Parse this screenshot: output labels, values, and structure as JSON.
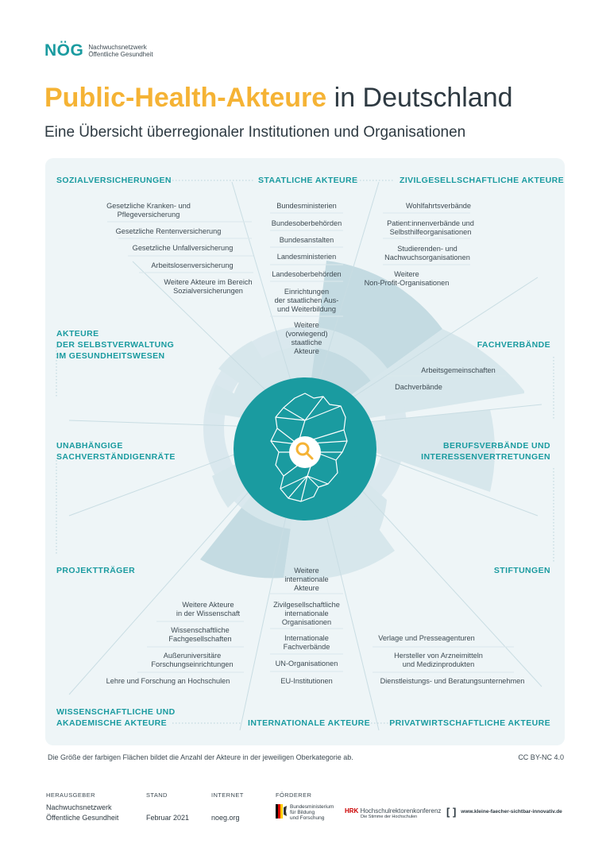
{
  "logo": {
    "mark": "NÖG",
    "line1": "Nachwuchsnetzwerk",
    "line2": "Öffentliche Gesundheit"
  },
  "title": {
    "highlight": "Public-Health-Akteure",
    "rest": " in Deutschland"
  },
  "subtitle": "Eine Übersicht überregionaler Institutionen und Organisationen",
  "colors": {
    "accent": "#1a9ba0",
    "highlight": "#f5b335",
    "panel": "#eef5f7",
    "segment": "#d7e7ec",
    "segment_dark": "#c4dbe2"
  },
  "center_icon": "germany-map-magnifier-icon",
  "categories": {
    "sozialversicherungen": "SOZIALVERSICHERUNGEN",
    "staatliche": "STAATLICHE AKTEURE",
    "zivil": "ZIVILGESELLSCHAFTLICHE AKTEURE",
    "selbstverwaltung": [
      "AKTEURE",
      "DER SELBSTVERWALTUNG",
      "IM GESUNDHEITSWESEN"
    ],
    "fachverbaende": "FACHVERBÄNDE",
    "sachverstaendige": [
      "UNABHÄNGIGE",
      "SACHVERSTÄNDIGENRÄTE"
    ],
    "berufsverbaende": [
      "BERUFSVERBÄNDE UND",
      "INTERESSENVERTRETUNGEN"
    ],
    "projekttraeger": "PROJEKTTRÄGER",
    "stiftungen": "STIFTUNGEN",
    "wissenschaft": [
      "WISSENSCHAFTLICHE UND",
      "AKADEMISCHE AKTEURE"
    ],
    "international": "INTERNATIONALE AKTEURE",
    "privat": "PRIVATWIRTSCHAFTLICHE AKTEURE"
  },
  "items": {
    "sv": [
      [
        "Gesetzliche Kranken- und",
        "Pflegeversicherung"
      ],
      [
        "Gesetzliche Rentenversicherung"
      ],
      [
        "Gesetzliche Unfallversicherung"
      ],
      [
        "Arbeitslosenversicherung"
      ],
      [
        "Weitere Akteure im Bereich",
        "Sozialversicherungen"
      ]
    ],
    "st": [
      [
        "Bundesministerien"
      ],
      [
        "Bundesoberbehörden"
      ],
      [
        "Bundesanstalten"
      ],
      [
        "Landesministerien"
      ],
      [
        "Landesoberbehörden"
      ],
      [
        "Einrichtungen",
        "der staatlichen Aus-",
        "und Weiterbildung"
      ],
      [
        "Weitere",
        "(vorwiegend)",
        "staatliche",
        "Akteure"
      ]
    ],
    "zg": [
      [
        "Wohlfahrtsverbände"
      ],
      [
        "Patient:innenverbände und",
        "Selbsthilfeorganisationen"
      ],
      [
        "Studierenden- und",
        "Nachwuchsorganisationen"
      ],
      [
        "Weitere",
        "Non-Profit-Organisationen"
      ]
    ],
    "fv": [
      [
        "Arbeitsgemeinschaften"
      ],
      [
        "Dachverbände"
      ]
    ],
    "ws": [
      [
        "Weitere Akteure",
        "in der Wissenschaft"
      ],
      [
        "Wissenschaftliche",
        "Fachgesellschaften"
      ],
      [
        "Außeruniversitäre",
        "Forschungseinrichtungen"
      ],
      [
        "Lehre und Forschung an Hochschulen"
      ]
    ],
    "ia": [
      [
        "Weitere",
        "internationale",
        "Akteure"
      ],
      [
        "Zivilgesellschaftliche",
        "internationale",
        "Organisationen"
      ],
      [
        "Internationale",
        "Fachverbände"
      ],
      [
        "UN-Organisationen"
      ],
      [
        "EU-Institutionen"
      ]
    ],
    "pw": [
      [
        "Verlage und Presseagenturen"
      ],
      [
        "Hersteller von Arzneimitteln",
        "und Medizinprodukten"
      ],
      [
        "Dienstleistungs- und Beratungsunternehmen"
      ]
    ]
  },
  "footnote": "Die Größe der farbigen Flächen bildet die Anzahl der Akteure in der jeweiligen Oberkategorie ab.",
  "license": "CC BY-NC 4.0",
  "meta": {
    "herausgeber_label": "HERAUSGEBER",
    "herausgeber_1": "Nachwuchsnetzwerk",
    "herausgeber_2": "Öffentliche Gesundheit",
    "stand_label": "STAND",
    "stand": "Februar 2021",
    "internet_label": "INTERNET",
    "internet": "noeg.org",
    "foerderer_label": "FÖRDERER",
    "bmbf": [
      "Bundesministerium",
      "für Bildung",
      "und Forschung"
    ],
    "hrk_mark": "HRK",
    "hrk_name": "Hochschulrektorenkonferenz",
    "hrk_sub": "Die Stimme der Hochschulen",
    "kf_mark": "[ ]",
    "kf_url": "www.kleine-faecher-sichtbar-innovativ.de"
  }
}
